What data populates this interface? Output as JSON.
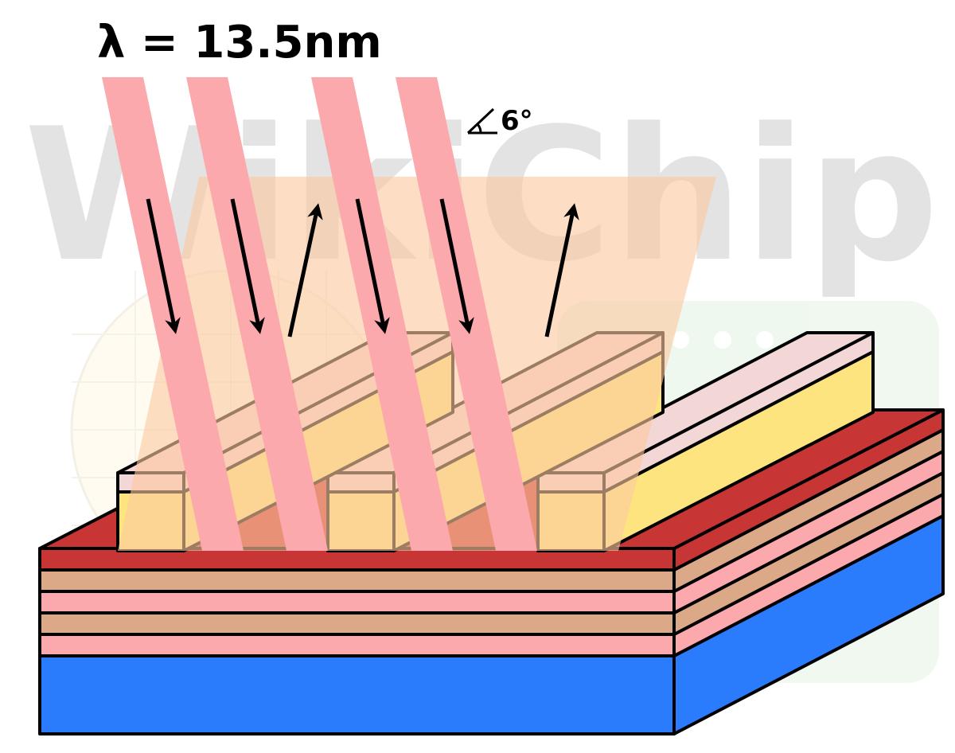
{
  "diagram": {
    "title": "λ = 13.5nm",
    "angle_label": "6°",
    "watermark": "WikiChip"
  },
  "colors": {
    "beam": "#fba9ad",
    "reflection_fan": "#fbc9a0",
    "absorber_front": "#fdd79e",
    "absorber_top": "#f3d6d6",
    "absorber_side": "#fde47e",
    "capping_layer": "#c83535",
    "multilayer_a": "#dba888",
    "multilayer_b": "#fba9ad",
    "substrate": "#2b7cfc",
    "substrate_side": "#2b7cfc",
    "outline": "#000000",
    "watermark": "#e3e3e3"
  },
  "icons": {
    "angle": "angle-icon",
    "incident_arrow": "arrow-down-icon",
    "reflected_arrow": "arrow-up-icon"
  }
}
